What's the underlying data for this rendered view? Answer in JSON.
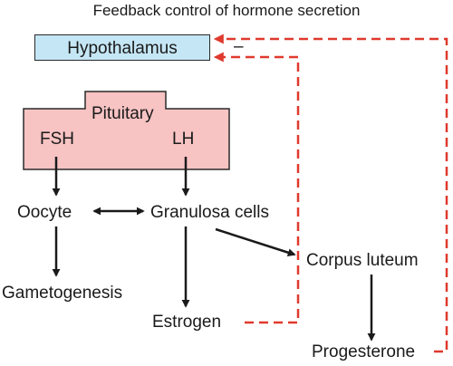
{
  "title": "Feedback control of hormone secretion",
  "minus_sign": "–",
  "nodes": {
    "hypothalamus": "Hypothalamus",
    "pituitary": "Pituitary",
    "fsh": "FSH",
    "lh": "LH",
    "oocyte": "Oocyte",
    "granulosa": "Granulosa cells",
    "corpus_luteum": "Corpus luteum",
    "gametogenesis": "Gametogenesis",
    "estrogen": "Estrogen",
    "progesterone": "Progesterone"
  },
  "colors": {
    "hypothalamus_fill": "#c5e6f5",
    "pituitary_fill": "#f7c3c3",
    "feedback_line": "#e03a2e",
    "arrow": "#1a1a1a"
  }
}
